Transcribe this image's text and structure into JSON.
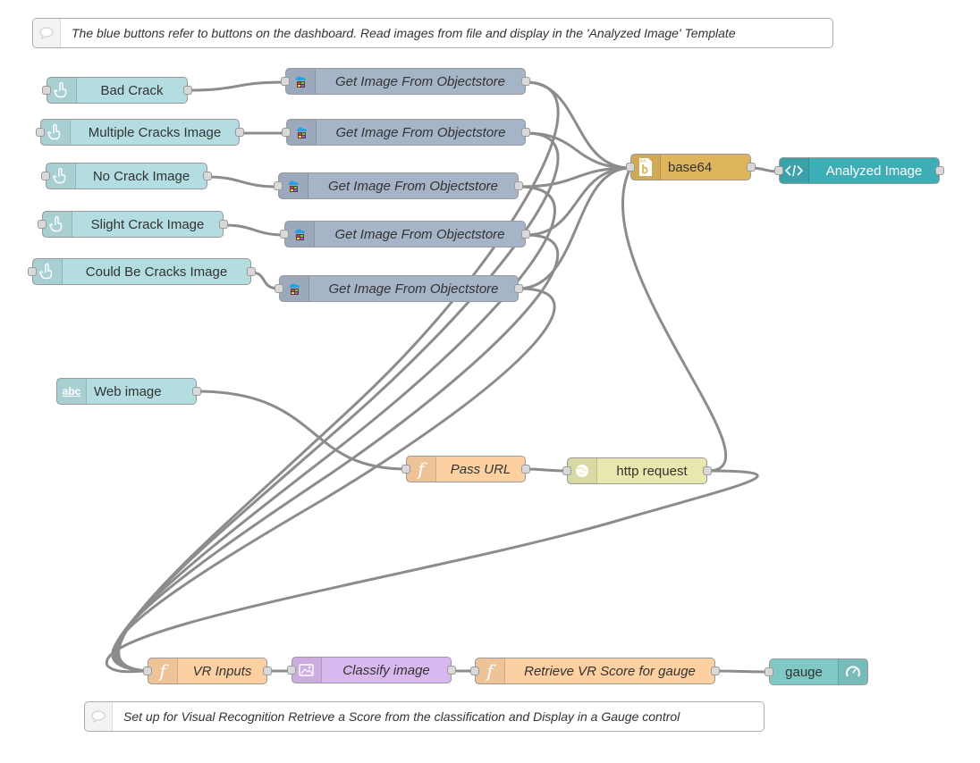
{
  "comments": {
    "top": "The blue buttons refer to buttons on the dashboard. Read images from file and display in the 'Analyzed Image' Template",
    "bottom": "Set up for Visual Recognition Retrieve a Score from the classification and Display in a Gauge control"
  },
  "buttons": {
    "bad_crack": "Bad Crack",
    "multiple_cracks": "Multiple Cracks Image",
    "no_crack": "No Crack Image",
    "slight_crack": "Slight Crack Image",
    "could_be_cracks": "Could Be Cracks Image"
  },
  "objectstore": {
    "label_1": "Get Image From Objectstore",
    "label_2": "Get Image From Objectstore",
    "label_3": "Get Image From Objectstore",
    "label_4": "Get Image From Objectstore",
    "label_5": "Get Image From Objectstore"
  },
  "base64": "base64",
  "analyzed_image": "Analyzed Image",
  "web_image": "Web image",
  "pass_url": "Pass URL",
  "http_request": "http request",
  "vr_inputs": "VR Inputs",
  "classify_image": "Classify image",
  "retrieve_score": "Retrieve VR Score for gauge",
  "gauge": "gauge",
  "icon_text": {
    "abc": "abc"
  },
  "colors": {
    "button_node": "#b3dde0",
    "objectstore_node": "#a6b4c8",
    "base64_node": "#deb55c",
    "template_node": "#3fadb5",
    "function_node": "#fdd0a2",
    "http_node": "#e7e7ae",
    "visual_recognition_node": "#d8b8ee",
    "gauge_node": "#7fc8c6",
    "wire": "#8c8c8c"
  },
  "icons": {
    "button": "hand-pointer-icon",
    "objectstore": "cloud-storage-icon",
    "base64": "base64-icon",
    "template": "code-icon",
    "text": "abc-icon",
    "function": "function-icon",
    "http": "globe-icon",
    "visual_recognition": "image-icon",
    "gauge": "gauge-icon",
    "comment": "speech-bubble-icon"
  }
}
